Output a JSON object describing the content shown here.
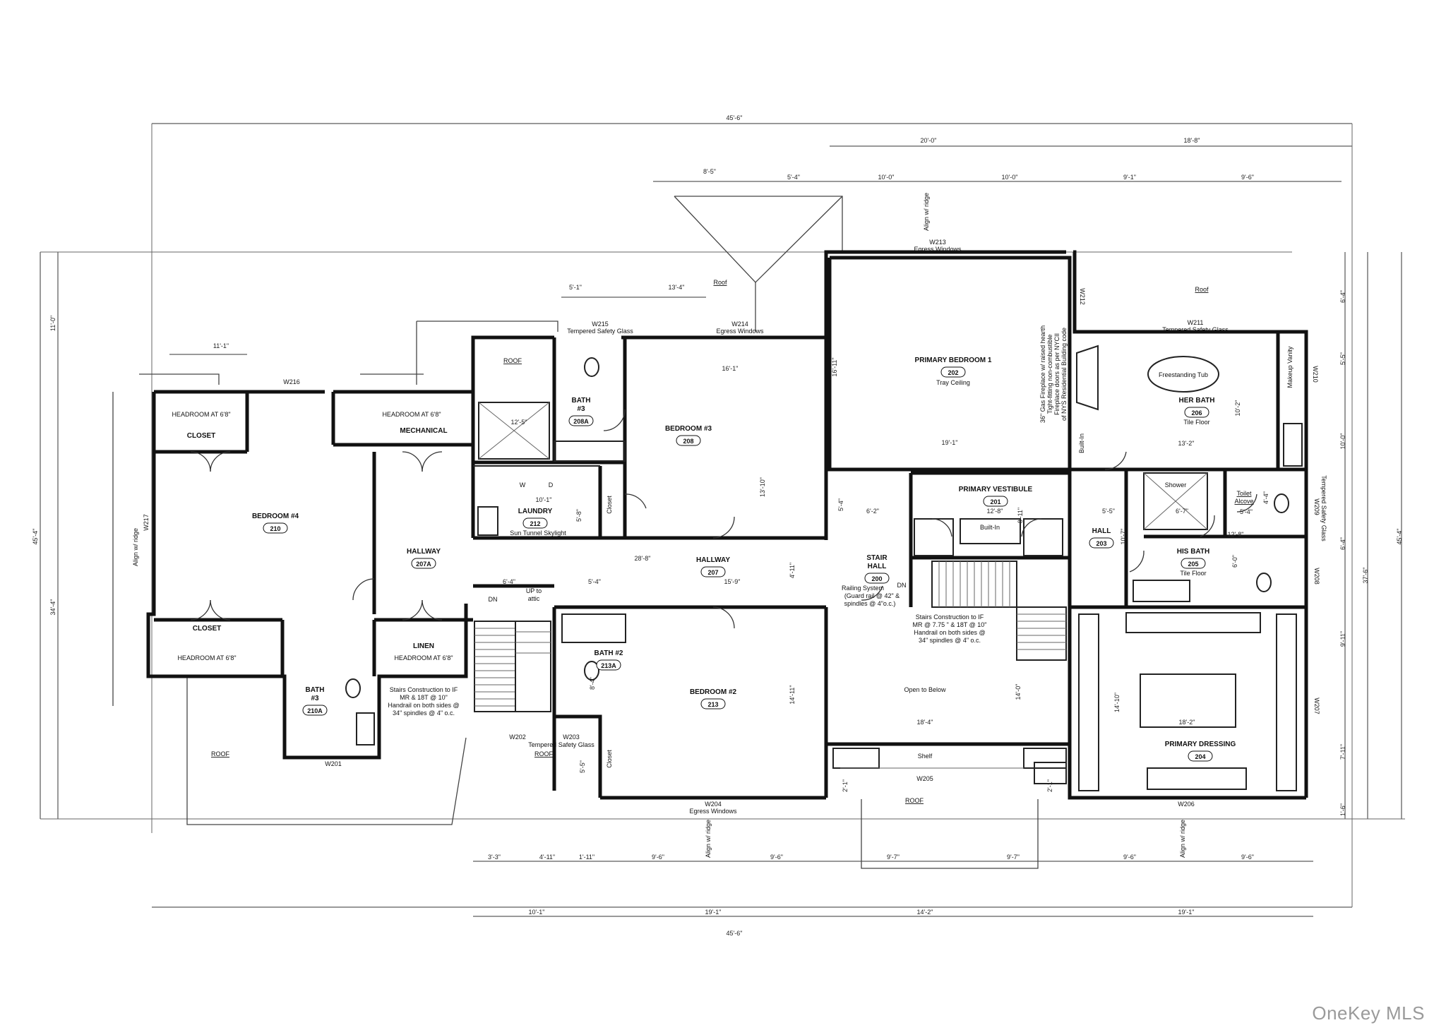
{
  "watermark": "OneKey MLS",
  "rooms": {
    "primary_bedroom": {
      "name": "PRIMARY BEDROOM 1",
      "tag": "202",
      "note": "Tray Ceiling"
    },
    "her_bath": {
      "name": "HER BATH",
      "tag": "206",
      "note": "Tile Floor",
      "tub": "Freestanding Tub"
    },
    "his_bath": {
      "name": "HIS BATH",
      "tag": "205",
      "note": "Tile Floor",
      "shower": "Shower"
    },
    "primary_vestibule": {
      "name": "PRIMARY VESTIBULE",
      "tag": "201",
      "builtin": "Built-In"
    },
    "hall_203": {
      "name": "HALL",
      "tag": "203",
      "builtin": "Built-In"
    },
    "stair_hall": {
      "line1": "STAIR",
      "line2": "HALL",
      "tag": "200",
      "rail1": "Railing System",
      "rail2": "(Guard rail @ 42\" &",
      "rail3": "spindles @ 4\"o.c.)",
      "dn": "DN"
    },
    "primary_dressing": {
      "name": "PRIMARY DRESSING",
      "tag": "204"
    },
    "bedroom3": {
      "name": "BEDROOM #3",
      "tag": "208"
    },
    "bath208a": {
      "line1": "BATH",
      "line2": "#3",
      "tag": "208A"
    },
    "laundry": {
      "name": "LAUNDRY",
      "tag": "212",
      "note": "Sun Tunnel Skylight",
      "w": "W",
      "d": "D"
    },
    "bedroom4": {
      "name": "BEDROOM #4",
      "tag": "210"
    },
    "hallway207a": {
      "name": "HALLWAY",
      "tag": "207A"
    },
    "hallway207": {
      "name": "HALLWAY",
      "tag": "207"
    },
    "closet_top": {
      "headroom": "HEADROOM AT 6'8\"",
      "name": "CLOSET"
    },
    "mechanical": {
      "headroom": "HEADROOM AT 6'8\"",
      "name": "MECHANICAL"
    },
    "closet_bottom": {
      "name": "CLOSET",
      "headroom": "HEADROOM AT 6'8\""
    },
    "linen": {
      "name": "LINEN",
      "headroom": "HEADROOM AT 6'8\""
    },
    "bath210a": {
      "line1": "BATH",
      "line2": "#3",
      "tag": "210A"
    },
    "bath213a": {
      "name": "BATH #2",
      "tag": "213A"
    },
    "bedroom2": {
      "name": "BEDROOM #2",
      "tag": "213"
    },
    "open_below": "Open to Below",
    "shelf": "Shelf",
    "toilet_alcove": {
      "line1": "Toilet",
      "line2": "Alcove"
    },
    "makeup": "Makeup Vanity",
    "closets": {
      "c1": "Closet",
      "c2": "Closet"
    }
  },
  "stairs_note": {
    "line1": "Stairs Construction to IF",
    "line2": "MR @ 7.75 \" & 18T @ 10\"",
    "line3": "Handrail on both sides @",
    "line4": "34\" spindles @ 4\" o.c."
  },
  "stairs_note_left": {
    "line1": "Stairs Construction to IF",
    "line2": "MR & 18T @ 10\"",
    "line3": "Handrail on both sides @",
    "line4": "34\" spindles @ 4\" o.c."
  },
  "stair_labels": {
    "dn": "DN",
    "up": "UP to",
    "attic": "attic"
  },
  "fireplace_note": {
    "line1": "36\" Gas Fireplace w/ raised hearth",
    "line2": "Tight-fitting non-combustible",
    "line3": "Fireplace doors as per NYCII",
    "line4": "of NYS Residential Building code"
  },
  "windows": {
    "w213": "W213",
    "w213_note": "Egress Windows",
    "w214": "W214",
    "w214_note": "Egress Windows",
    "w215": "W215",
    "w215_note": "Tempered Safety Glass",
    "w211": "W211",
    "w211_note": "Tempered Safety Glass",
    "w212": "W212",
    "w210": "W210",
    "w216": "W216",
    "w217": "W217",
    "w201": "W201",
    "w202": "W202",
    "w202_note": "Tempered Safety Glass",
    "w203": "W203",
    "w204": "W204",
    "w204_note": "Egress Windows",
    "w205": "W205",
    "w206": "W206",
    "w207": "W207",
    "w208": "W208",
    "w209": "W209",
    "w209_note": "Tempered Safety Glass"
  },
  "roof_labels": {
    "r1": "Roof",
    "r2": "Roof",
    "r3": "ROOF",
    "r4": "ROOF",
    "r5": "ROOF",
    "r6": "ROOF"
  },
  "align_labels": {
    "a1": "Align w/ ridge",
    "a2": "Align w/ ridge",
    "a3": "Align w/ ridge",
    "a4": "Align w/ ridge"
  },
  "dimensions": {
    "top_overall": "45'-6\"",
    "top_20": "20'-0\"",
    "top_18_8": "18'-8\"",
    "top_8_5": "8'-5\"",
    "top_5_4": "5'-4\"",
    "top_10a": "10'-0\"",
    "top_10b": "10'-0\"",
    "top_9_1": "9'-1\"",
    "top_9_6": "9'-6\"",
    "top_5_1": "5'-1\"",
    "top_13_4": "13'-4\"",
    "top_11_1": "11'-1\"",
    "bot_overall": "45'-6\"",
    "bot_10_1": "10'-1\"",
    "bot_19_1a": "19'-1\"",
    "bot_14_2": "14'-2\"",
    "bot_19_1b": "19'-1\"",
    "bot_3_3": "3'-3\"",
    "bot_4_11": "4'-11\"",
    "bot_1_11": "1'-11\"",
    "bot_9_6a": "9'-6\"",
    "bot_9_6b": "9'-6\"",
    "bot_9_7a": "9'-7\"",
    "bot_9_7b": "9'-7\"",
    "bot_9_6c": "9'-6\"",
    "bot_9_6d": "9'-6\"",
    "left_11_0": "11'-0\"",
    "left_45_4": "45'-4\"",
    "left_34_4": "34'-4\"",
    "right_45_4": "45'-4\"",
    "right_37_6": "37'-6\"",
    "right_6_4": "6'-4\"",
    "right_5_5": "5'-5\"",
    "right_10_0": "10'-0\"",
    "right_6_4b": "6'-4\"",
    "right_9_11": "9'-11\"",
    "right_7_11": "7'-11\"",
    "right_1_6": "1'-6\"",
    "in_16_1": "16'-1\"",
    "in_16_11": "16'-11\"",
    "in_19_1": "19'-1\"",
    "in_12_5": "12'-5\"",
    "in_13_10": "13'-10\"",
    "in_10_1": "10'-1\"",
    "in_5_8": "5'-8\"",
    "in_28_8": "28'-8\"",
    "in_15_9": "15'-9\"",
    "in_4_11": "4'-11\"",
    "in_6_4": "6'-4\"",
    "in_5_4": "5'-4\"",
    "in_14_11": "14'-11\"",
    "in_8_4": "8'-4\"",
    "in_5_5": "5'-5\"",
    "in_5_4b": "5'-4\"",
    "in_6_2": "6'-2\"",
    "in_12_8": "12'-8\"",
    "in_8_11": "8'-11\"",
    "in_5_5b": "5'-5\"",
    "in_10_7": "10'-7\"",
    "in_6_7": "6'-7\"",
    "in_12_8b": "12'-8\"",
    "in_6_0": "6'-0\"",
    "in_5_4c": "5'-4\"",
    "in_4_4": "4'-4\"",
    "in_13_2": "13'-2\"",
    "in_10_2": "10'-2\"",
    "in_18_4": "18'-4\"",
    "in_14_0": "14'-0\"",
    "in_18_2": "18'-2\"",
    "in_14_10": "14'-10\"",
    "in_2_1a": "2'-1\"",
    "in_2_1b": "2'-1\""
  }
}
